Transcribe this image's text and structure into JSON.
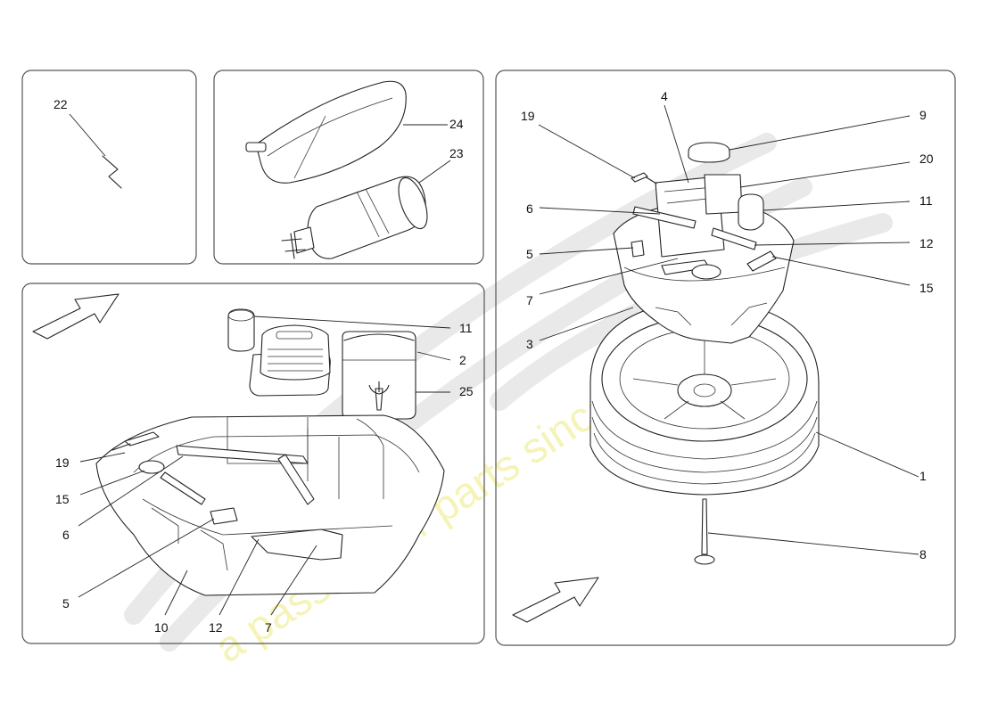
{
  "callouts": [
    {
      "id": "22",
      "text": "22"
    },
    {
      "id": "24",
      "text": "24"
    },
    {
      "id": "23",
      "text": "23"
    },
    {
      "id": "11a",
      "text": "11"
    },
    {
      "id": "2",
      "text": "2"
    },
    {
      "id": "25",
      "text": "25"
    },
    {
      "id": "19a",
      "text": "19"
    },
    {
      "id": "15a",
      "text": "15"
    },
    {
      "id": "6a",
      "text": "6"
    },
    {
      "id": "5a",
      "text": "5"
    },
    {
      "id": "10",
      "text": "10"
    },
    {
      "id": "12a",
      "text": "12"
    },
    {
      "id": "7a",
      "text": "7"
    },
    {
      "id": "19b",
      "text": "19"
    },
    {
      "id": "4",
      "text": "4"
    },
    {
      "id": "9",
      "text": "9"
    },
    {
      "id": "20",
      "text": "20"
    },
    {
      "id": "6b",
      "text": "6"
    },
    {
      "id": "11b",
      "text": "11"
    },
    {
      "id": "12b",
      "text": "12"
    },
    {
      "id": "5b",
      "text": "5"
    },
    {
      "id": "15b",
      "text": "15"
    },
    {
      "id": "7b",
      "text": "7"
    },
    {
      "id": "3",
      "text": "3"
    },
    {
      "id": "1",
      "text": "1"
    },
    {
      "id": "8",
      "text": "8"
    }
  ],
  "watermark": {
    "text": "a passion for parts since 1985",
    "color": "#f1ee9a"
  },
  "icons": [
    "direction-arrow-icon",
    "trident-logo-icon"
  ]
}
